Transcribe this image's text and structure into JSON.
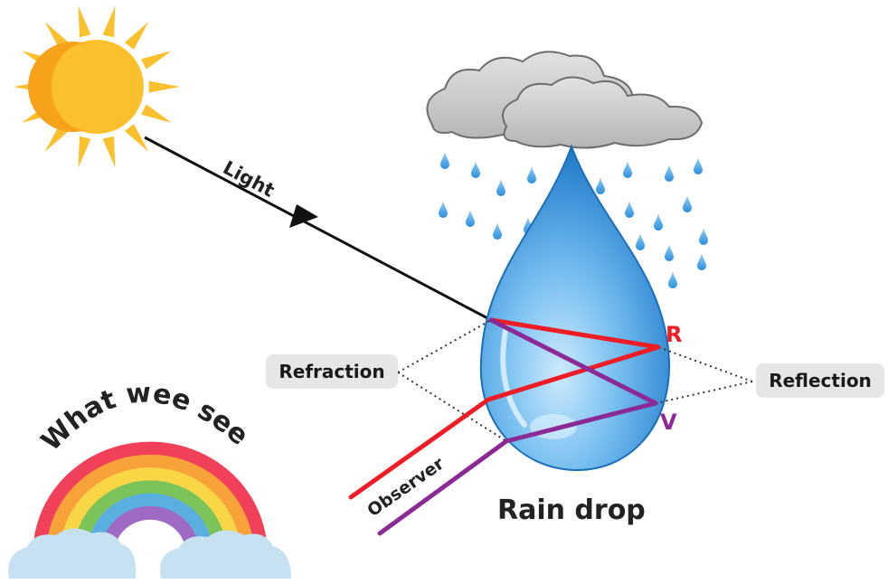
{
  "labels": {
    "light": "Light",
    "refraction": "Refraction",
    "reflection": "Reflection",
    "red": "R",
    "violet": "V",
    "observer": "Observer",
    "raindrop": "Rain drop",
    "what_we_see": "What wee see"
  },
  "colors": {
    "red_ray": "#ee1c24",
    "violet_ray": "#8b2a97",
    "light_ray": "#111111",
    "sun": "#fbc02d",
    "sun_inner": "#f7a21b",
    "drop": "#2e8fdc",
    "cloud": "#c9c9c9",
    "pill_bg": "#e6e6e6",
    "rainbow": [
      "#f0405a",
      "#f7a33a",
      "#f8d646",
      "#7cc35a",
      "#5aaee0",
      "#9f6ac6"
    ]
  },
  "icons": [
    "sun-icon",
    "cloud-icon",
    "raindrop-icon",
    "rainbow-icon",
    "arrowhead-icon"
  ]
}
